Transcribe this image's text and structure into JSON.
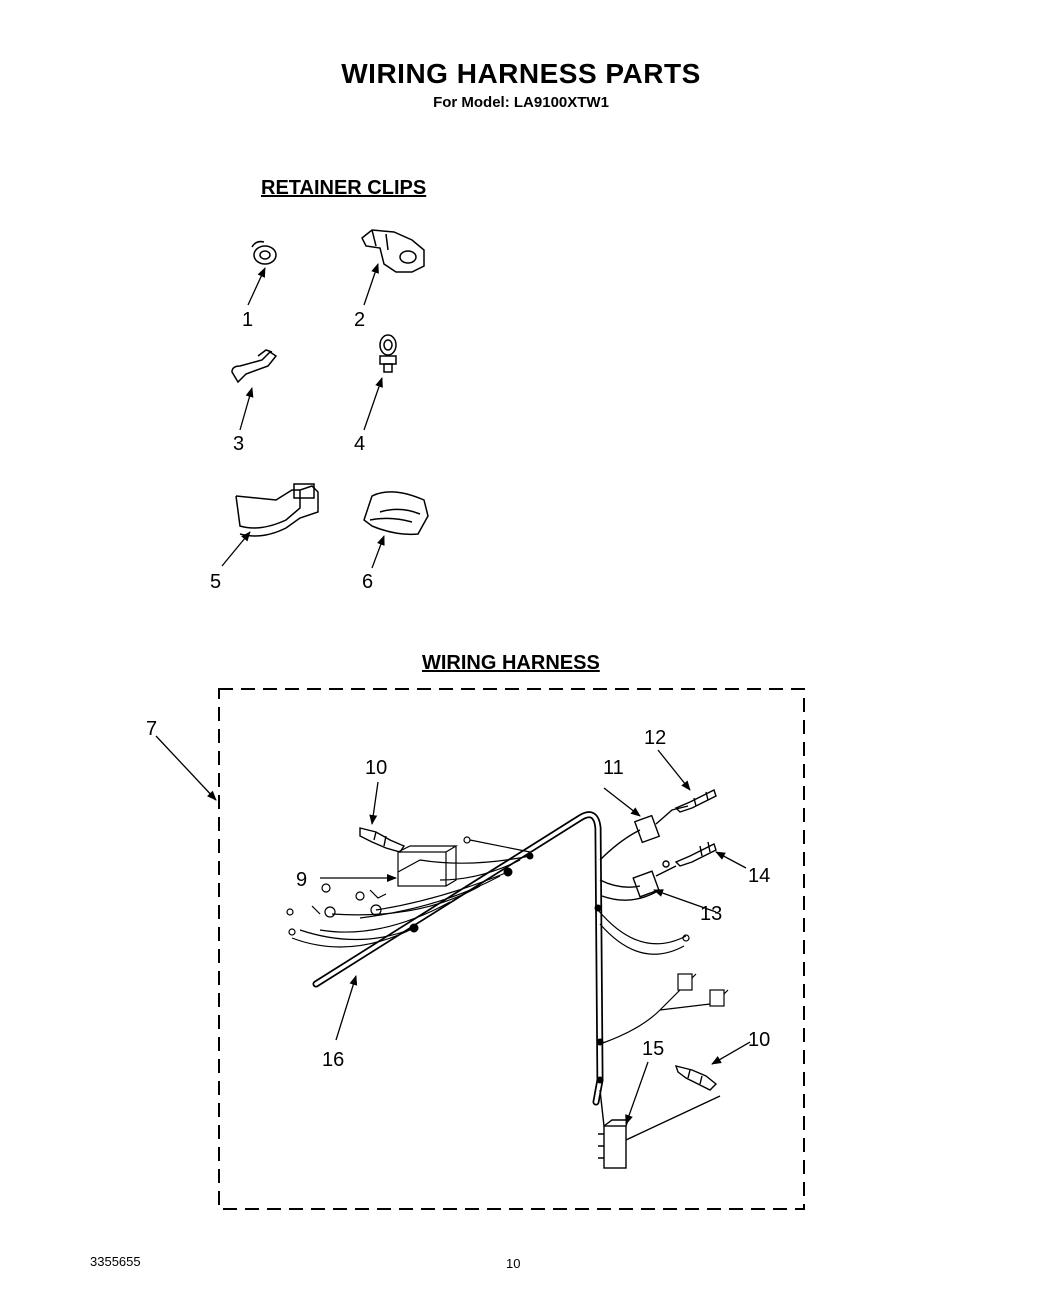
{
  "header": {
    "title": "WIRING HARNESS PARTS",
    "subtitle": "For Model: LA9100XTW1"
  },
  "sections": {
    "retainer_clips": "RETAINER CLIPS",
    "wiring_harness": "WIRING HARNESS"
  },
  "callouts": {
    "c1": "1",
    "c2": "2",
    "c3": "3",
    "c4": "4",
    "c5": "5",
    "c6": "6",
    "c7": "7",
    "c9": "9",
    "c10a": "10",
    "c10b": "10",
    "c11": "11",
    "c12": "12",
    "c13": "13",
    "c14": "14",
    "c15": "15",
    "c16": "16"
  },
  "footer": {
    "doc_number": "3355655",
    "page_number": "10"
  }
}
